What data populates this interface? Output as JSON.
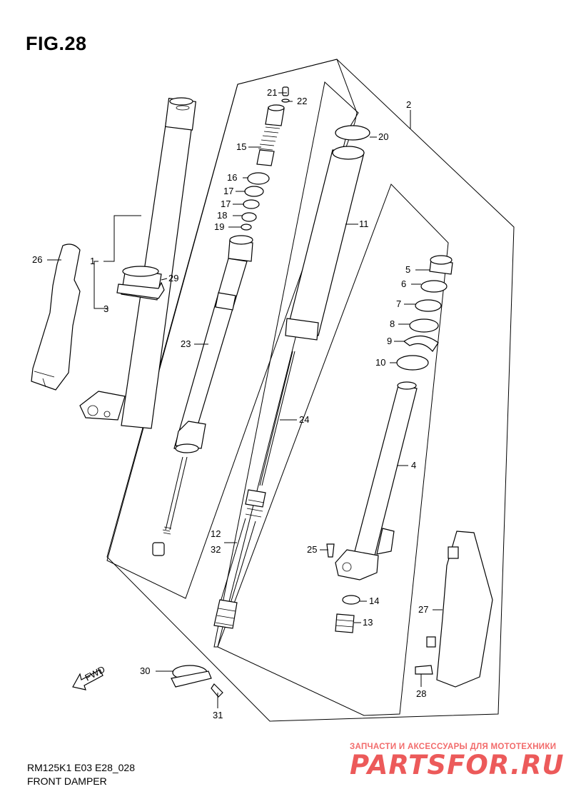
{
  "figure": {
    "title": "FIG.28",
    "model_code": "RM125K1 E03 E28_028",
    "name": "FRONT DAMPER"
  },
  "callouts": [
    {
      "id": "c1",
      "label": "1"
    },
    {
      "id": "c2",
      "label": "2"
    },
    {
      "id": "c3",
      "label": "3"
    },
    {
      "id": "c4",
      "label": "4"
    },
    {
      "id": "c5",
      "label": "5"
    },
    {
      "id": "c6",
      "label": "6"
    },
    {
      "id": "c7",
      "label": "7"
    },
    {
      "id": "c8",
      "label": "8"
    },
    {
      "id": "c9",
      "label": "9"
    },
    {
      "id": "c10",
      "label": "10"
    },
    {
      "id": "c11",
      "label": "11"
    },
    {
      "id": "c12",
      "label": "12"
    },
    {
      "id": "c32",
      "label": "32"
    },
    {
      "id": "c13",
      "label": "13"
    },
    {
      "id": "c14",
      "label": "14"
    },
    {
      "id": "c15",
      "label": "15"
    },
    {
      "id": "c16",
      "label": "16"
    },
    {
      "id": "c17a",
      "label": "17"
    },
    {
      "id": "c17b",
      "label": "17"
    },
    {
      "id": "c18",
      "label": "18"
    },
    {
      "id": "c19",
      "label": "19"
    },
    {
      "id": "c20",
      "label": "20"
    },
    {
      "id": "c21",
      "label": "21"
    },
    {
      "id": "c22",
      "label": "22"
    },
    {
      "id": "c23",
      "label": "23"
    },
    {
      "id": "c24",
      "label": "24"
    },
    {
      "id": "c25",
      "label": "25"
    },
    {
      "id": "c26",
      "label": "26"
    },
    {
      "id": "c27",
      "label": "27"
    },
    {
      "id": "c28",
      "label": "28"
    },
    {
      "id": "c29",
      "label": "29"
    },
    {
      "id": "c30",
      "label": "30"
    },
    {
      "id": "c31",
      "label": "31"
    }
  ],
  "fwd_arrow_label": "FWD",
  "watermark": {
    "tagline": "ЗАПЧАСТИ И АКСЕССУАРЫ ДЛЯ МОТОТЕХНИКИ",
    "brand": "PARTSFOR.RU"
  }
}
